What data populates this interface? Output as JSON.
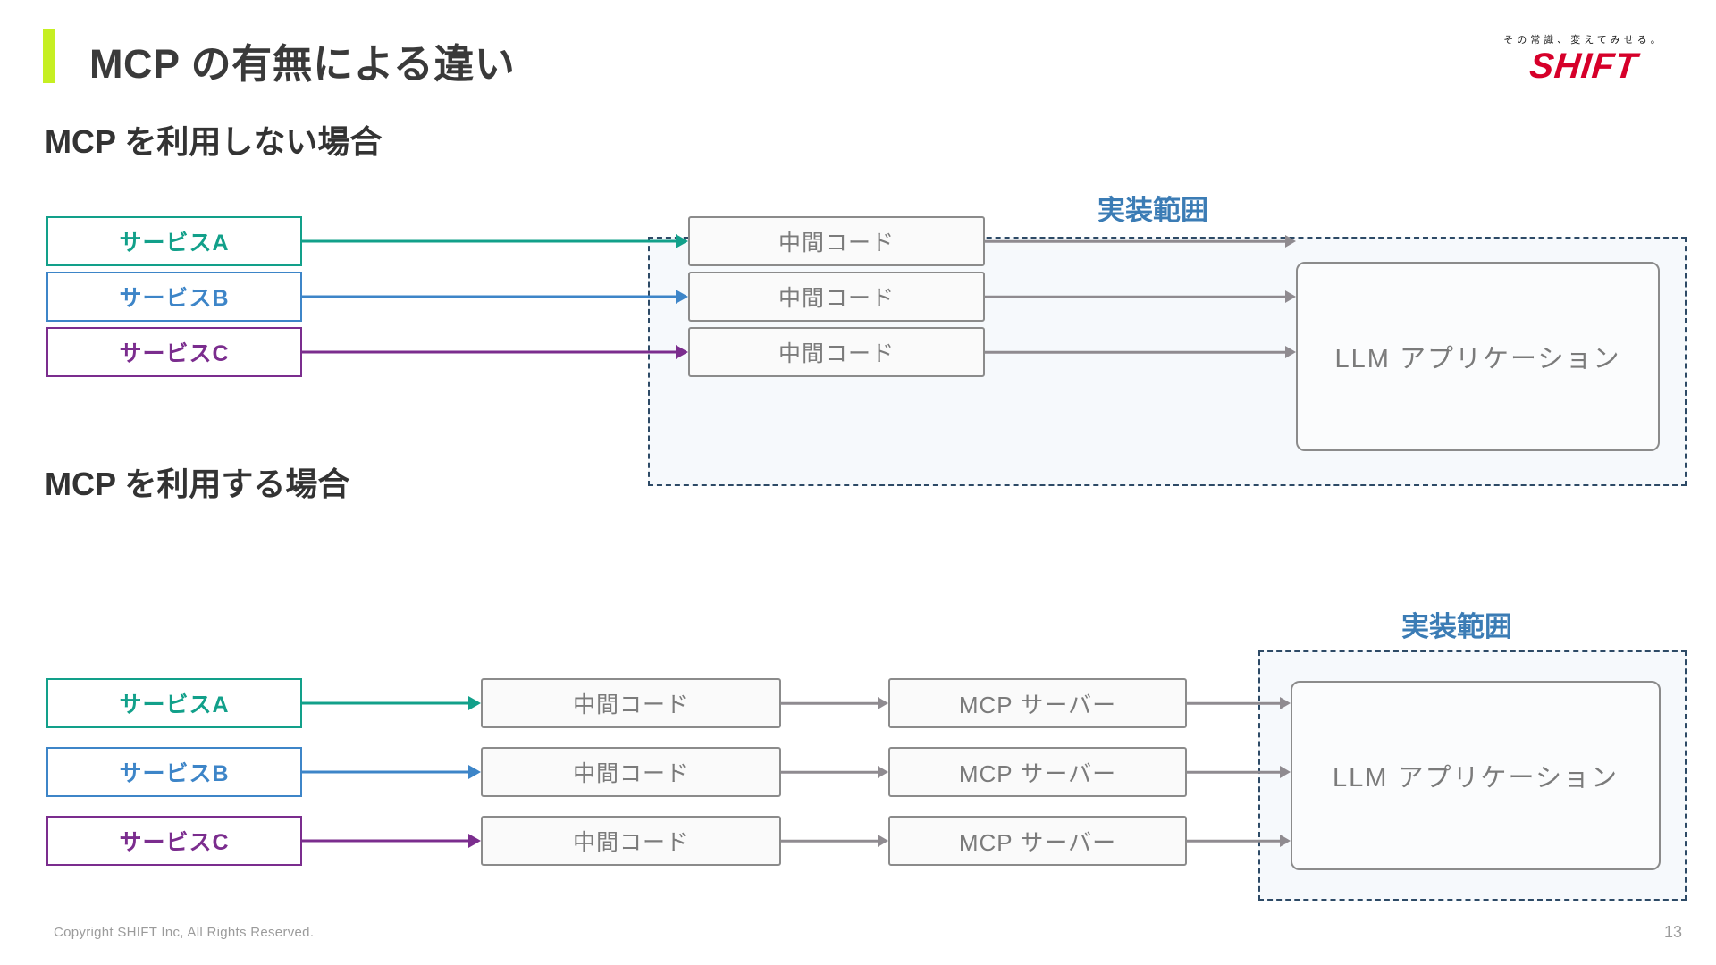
{
  "slide": {
    "title": "MCP の有無による違い",
    "page_number": "13",
    "copyright": "Copyright SHIFT Inc, All Rights Reserved.",
    "accent_color": "#c6ef22"
  },
  "logo": {
    "tagline": "その常識、変えてみせる。",
    "wordmark": "SHIFT",
    "color": "#d6002a"
  },
  "sections": [
    {
      "heading": "MCP を利用しない場合",
      "scope_label": "実装範囲",
      "scope_color": "#3b7cb5",
      "services": [
        {
          "label": "サービスA",
          "color": "#12a08a"
        },
        {
          "label": "サービスB",
          "color": "#3d85c8"
        },
        {
          "label": "サービスC",
          "color": "#7b2d8e"
        }
      ],
      "intermediate": [
        {
          "label": "中間コード"
        },
        {
          "label": "中間コード"
        },
        {
          "label": "中間コード"
        }
      ],
      "app": {
        "label": "LLM アプリケーション"
      }
    },
    {
      "heading": "MCP を利用する場合",
      "scope_label": "実装範囲",
      "scope_color": "#3b7cb5",
      "services": [
        {
          "label": "サービスA",
          "color": "#12a08a"
        },
        {
          "label": "サービスB",
          "color": "#3d85c8"
        },
        {
          "label": "サービスC",
          "color": "#7b2d8e"
        }
      ],
      "intermediate": [
        {
          "label": "中間コード"
        },
        {
          "label": "中間コード"
        },
        {
          "label": "中間コード"
        }
      ],
      "servers": [
        {
          "label": "MCP サーバー"
        },
        {
          "label": "MCP サーバー"
        },
        {
          "label": "MCP サーバー"
        }
      ],
      "app": {
        "label": "LLM アプリケーション"
      }
    }
  ]
}
